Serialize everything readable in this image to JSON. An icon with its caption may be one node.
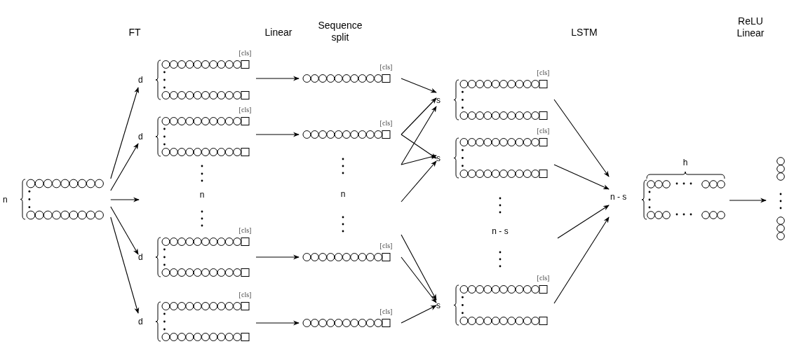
{
  "diagram": {
    "nodes": [
      {
        "text": [
          "n"
        ]
      },
      {
        "text": [
          "d"
        ],
        "beside": [
          "[cls]"
        ]
      },
      {
        "text": [
          "d"
        ],
        "beside": [
          "[cls]"
        ]
      },
      {
        "text": [
          "d"
        ],
        "beside": [
          "[cls]"
        ]
      },
      {
        "text": [
          "d"
        ],
        "beside": [
          "[cls]"
        ]
      },
      {
        "text": [
          "[cls]"
        ]
      },
      {
        "text": [
          "[cls]"
        ]
      },
      {
        "text": [
          "[cls]"
        ]
      },
      {
        "text": [
          "[cls]"
        ]
      },
      {
        "text": [
          "s"
        ],
        "beside": [
          "[cls]"
        ]
      },
      {
        "text": [
          "s"
        ],
        "beside": [
          "[cls]"
        ]
      },
      {
        "text": [
          "s"
        ],
        "beside": [
          "[cls]"
        ]
      },
      {
        "text": [
          "n - s",
          "h"
        ]
      },
      {
        "text": [],
        "shape": "circle"
      }
    ],
    "edges": [
      {
        "from": 0,
        "to": 1,
        "arrow": "to"
      },
      {
        "from": 0,
        "to": 2,
        "arrow": "to"
      },
      {
        "from": 0,
        "to": null,
        "arrow": "to"
      },
      {
        "from": 0,
        "to": 3,
        "arrow": "to"
      },
      {
        "from": 0,
        "to": 4,
        "arrow": "to"
      },
      {
        "from": 1,
        "to": 5,
        "arrow": "to"
      },
      {
        "from": 2,
        "to": 6,
        "arrow": "to"
      },
      {
        "from": 3,
        "to": 7,
        "arrow": "to"
      },
      {
        "from": 4,
        "to": 8,
        "arrow": "to"
      },
      {
        "from": 5,
        "to": 9,
        "arrow": "to"
      },
      {
        "from": 6,
        "to": 9,
        "arrow": "to"
      },
      {
        "from": 6,
        "to": 10,
        "arrow": "to"
      },
      {
        "from": null,
        "to": 9,
        "arrow": "to"
      },
      {
        "from": null,
        "to": 10,
        "arrow": "to"
      },
      {
        "from": null,
        "to": 10,
        "arrow": "to"
      },
      {
        "from": null,
        "to": 11,
        "arrow": "to"
      },
      {
        "from": 7,
        "to": 11,
        "arrow": "to"
      },
      {
        "from": 8,
        "to": 11,
        "arrow": "to"
      },
      {
        "from": 9,
        "to": 12,
        "arrow": "to"
      },
      {
        "from": 10,
        "to": 12,
        "arrow": "to"
      },
      {
        "from": null,
        "to": 12,
        "arrow": "to"
      },
      {
        "from": 11,
        "to": 12,
        "arrow": "to"
      },
      {
        "from": 12,
        "to": 13,
        "arrow": "to"
      }
    ],
    "labels": [
      "FT",
      "Linear",
      "Sequence split",
      "LSTM",
      "ReLU Linear",
      "n",
      "n",
      "n - s"
    ]
  }
}
